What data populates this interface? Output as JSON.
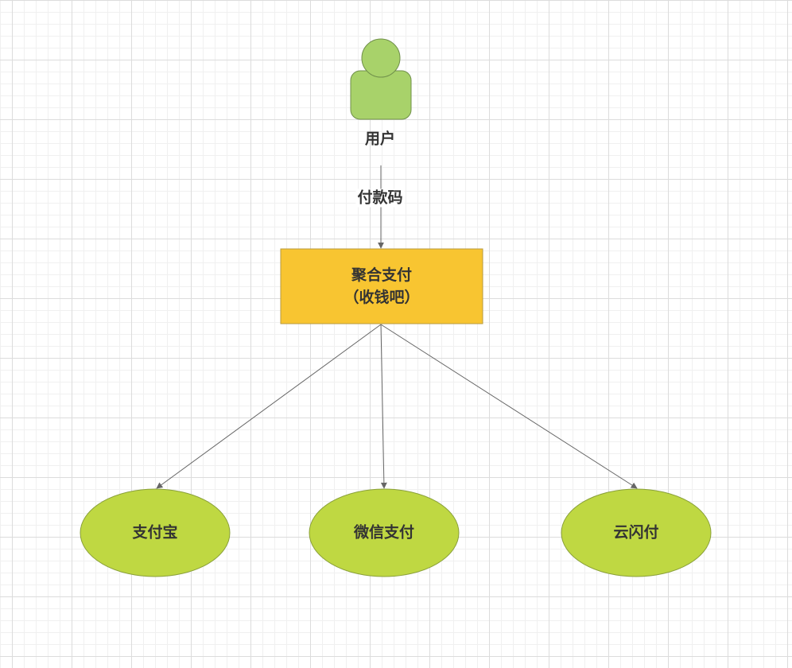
{
  "user": {
    "label": "用户",
    "icon": "person-icon"
  },
  "edge_user_to_hub": {
    "label": "付款码"
  },
  "hub": {
    "line1": "聚合支付",
    "line2": "（收钱吧）"
  },
  "nodes": [
    {
      "label": "支付宝"
    },
    {
      "label": "微信支付"
    },
    {
      "label": "云闪付"
    }
  ],
  "colors": {
    "person_fill": "#a8d26a",
    "person_stroke": "#6f8f4a",
    "hub_fill": "#f8c531",
    "hub_stroke": "#b99a3d",
    "ellipse_fill": "#bfd842",
    "ellipse_stroke": "#8aa03a",
    "edge": "#666666"
  }
}
